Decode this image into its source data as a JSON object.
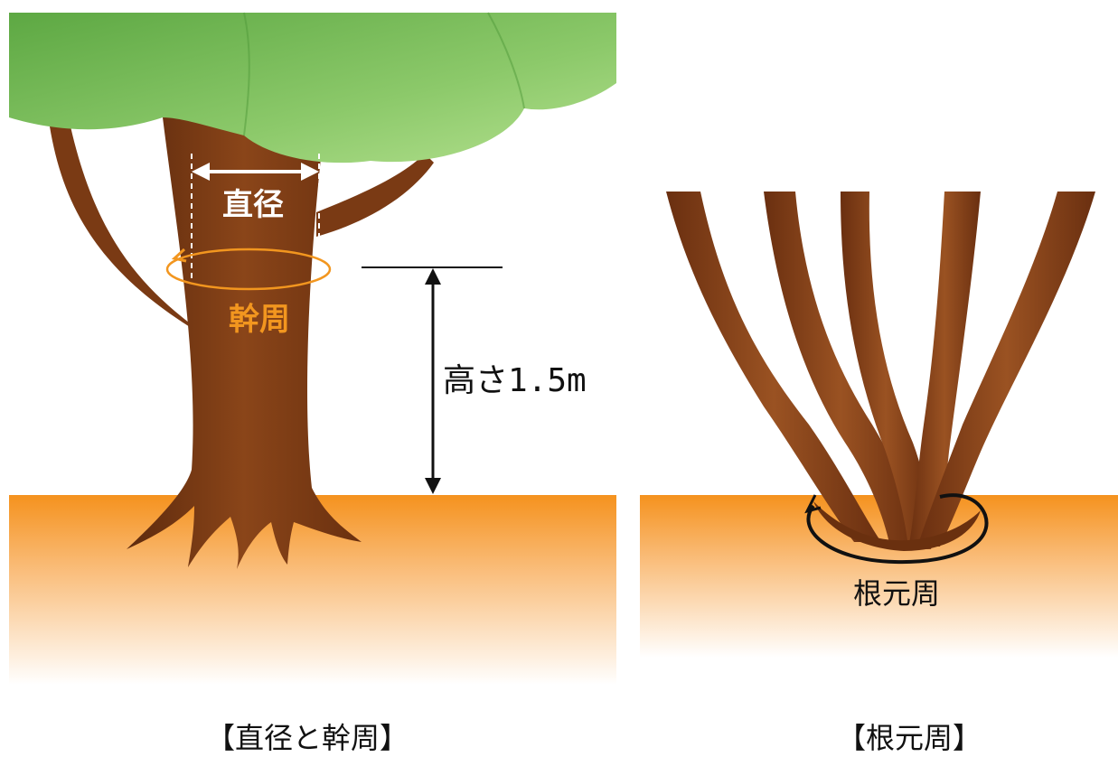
{
  "left_panel": {
    "diameter_label": "直径",
    "girth_label": "幹周",
    "height_label": "高さ1.5m",
    "caption": "【直径と幹周】"
  },
  "right_panel": {
    "root_girth_label": "根元周",
    "caption": "【根元周】"
  },
  "colors": {
    "canopy": "#7cbf58",
    "trunk": "#7a3a14",
    "ground": "#f5921e",
    "girth_accent": "#f2961f",
    "annotation": "#111111"
  }
}
